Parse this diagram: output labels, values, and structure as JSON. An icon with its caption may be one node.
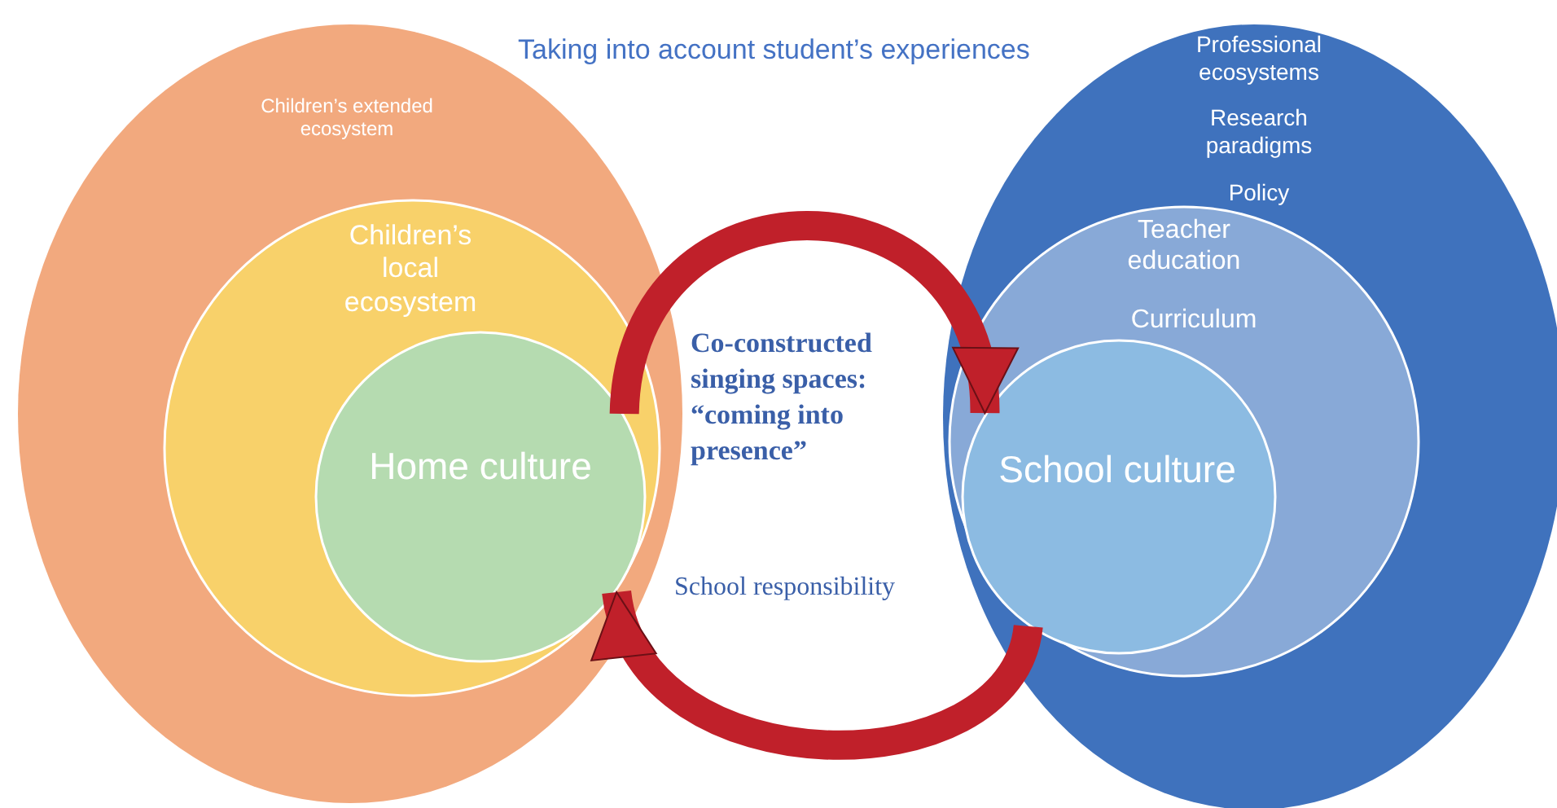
{
  "diagram": {
    "title": "Taking into account student’s experiences",
    "nodes": [
      {
        "text": [
          "Children’s extended ecosystem"
        ]
      },
      {
        "text": [
          "Children’s local ecosystem"
        ],
        "in": 0
      },
      {
        "text": [
          "Home culture"
        ],
        "in": 1
      },
      {
        "text": [
          "Professional ecosystems",
          "Research paradigms",
          "Policy"
        ]
      },
      {
        "text": [
          "Teacher education",
          "Curriculum"
        ],
        "in": 3
      },
      {
        "text": [
          "School culture"
        ],
        "in": 4
      }
    ],
    "edges": [
      {
        "from": 2,
        "to": 5,
        "arrow": "to"
      },
      {
        "from": 5,
        "to": 2,
        "arrow": "to"
      }
    ],
    "labels": [
      "Co-constructed singing spaces: “coming into presence”",
      "School responsibility"
    ]
  }
}
